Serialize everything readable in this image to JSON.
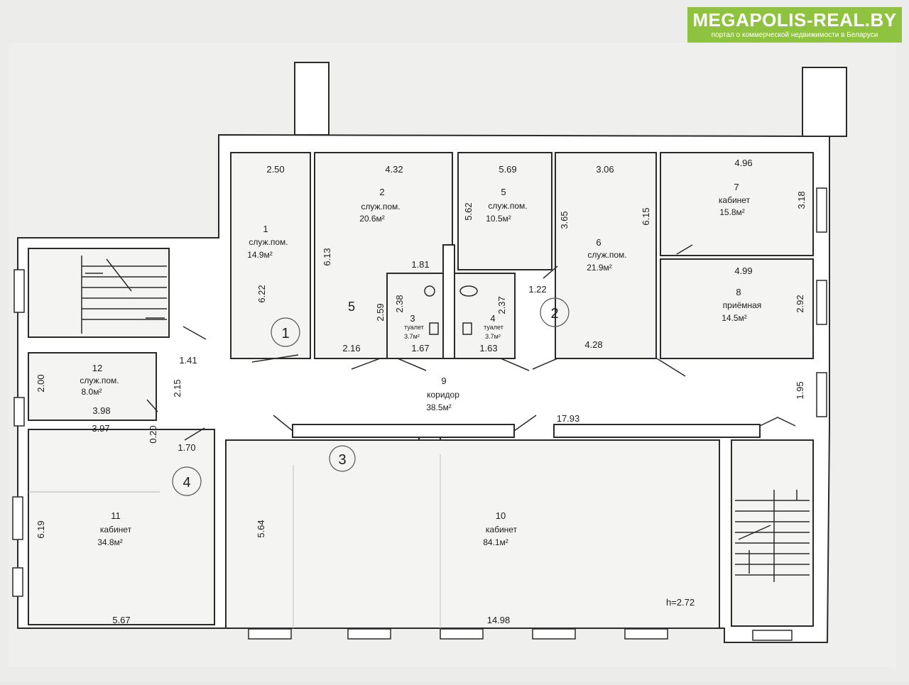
{
  "brand": {
    "title": "MEGAPOLIS-REAL.BY",
    "subtitle": "портал о коммерческой недвижимости в Беларуси",
    "color": "#8fc23f"
  },
  "rooms": [
    {
      "number": "1",
      "name": "служ.пом.",
      "area": "14.9м²"
    },
    {
      "number": "2",
      "name": "служ.пом.",
      "area": "20.6м²"
    },
    {
      "number": "3",
      "name": "туалет",
      "area": "3.7м²"
    },
    {
      "number": "4",
      "name": "туалет",
      "area": "3.7м²"
    },
    {
      "number": "5",
      "name": "служ.пом.",
      "area": "10.5м²"
    },
    {
      "number": "6",
      "name": "служ.пом.",
      "area": "21.9м²"
    },
    {
      "number": "7",
      "name": "кабинет",
      "area": "15.8м²"
    },
    {
      "number": "8",
      "name": "приёмная",
      "area": "14.5м²"
    },
    {
      "number": "9",
      "name": "коридор",
      "area": "38.5м²"
    },
    {
      "number": "10",
      "name": "кабинет",
      "area": "84.1м²"
    },
    {
      "number": "11",
      "name": "кабинет",
      "area": "34.8м²"
    },
    {
      "number": "12",
      "name": "служ.пом.",
      "area": "8.0м²"
    }
  ],
  "dimensions": [
    "2.50",
    "4.32",
    "5.69",
    "3.06",
    "4.96",
    "6.13",
    "6.22",
    "5.62",
    "3.65",
    "6.15",
    "3.18",
    "1.81",
    "2.59",
    "2.38",
    "2.37",
    "1.22",
    "4.99",
    "2.92",
    "2.16",
    "1.67",
    "1.63",
    "4.28",
    "1.41",
    "2.00",
    "2.15",
    "3.98",
    "3.97",
    "0.20",
    "1.70",
    "17.93",
    "1.95",
    "6.19",
    "5.64",
    "5.67",
    "14.98"
  ],
  "height_note": "h=2.72",
  "circled_marks": [
    "1",
    "2",
    "3",
    "4"
  ],
  "handwritten_mark": "5"
}
